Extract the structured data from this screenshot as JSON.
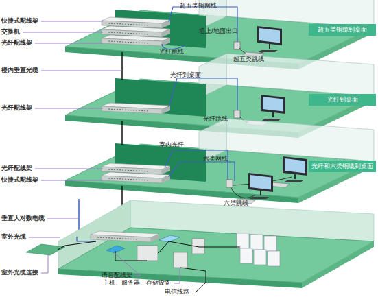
{
  "diagram": {
    "nodes": [
      {
        "text": [
          "超五类铜缆到桌面"
        ]
      },
      {
        "text": [
          "光纤到桌面"
        ]
      },
      {
        "text": [
          "光纤和六类铜缆到桌面"
        ]
      }
    ],
    "labels": [
      "快捷式配线架",
      "交换机",
      "光纤配线架",
      "超五类铜网线",
      "墙上/地面出口",
      "光纤跳线",
      "超五类跳线",
      "楼内垂直光缆",
      "光纤到桌面",
      "光纤配线架",
      "光纤跳线",
      "室内光纤",
      "六类网线",
      "光纤配线架",
      "快捷式配线架",
      "六类跳线",
      "垂直大对数电缆",
      "室外光缆",
      "室外光缆连接",
      "语音配线架",
      "主机、服务器、存储设备",
      "电信线路"
    ]
  }
}
